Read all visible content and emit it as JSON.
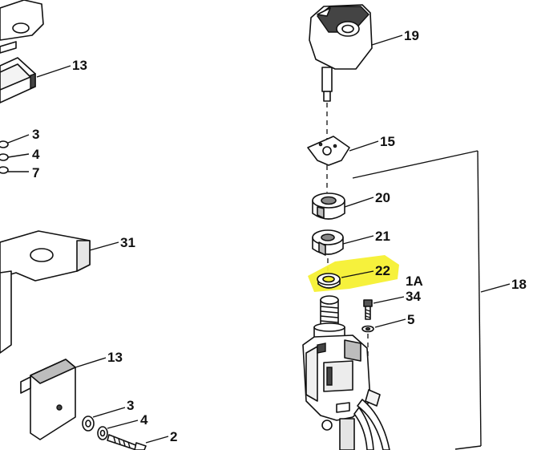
{
  "diagram": {
    "highlight_color": "#f5f032",
    "ink_color": "#111111",
    "callouts": {
      "c13_top": "13",
      "c3_top": "3",
      "c4_top": "4",
      "c7": "7",
      "c31": "31",
      "c13_bottom": "13",
      "c3_bottom": "3",
      "c4_bottom": "4",
      "c2": "2",
      "c19": "19",
      "c15": "15",
      "c20": "20",
      "c21": "21",
      "c22": "22",
      "c1a": "1A",
      "c34": "34",
      "c5": "5",
      "c18": "18"
    },
    "highlighted_part": "22"
  }
}
